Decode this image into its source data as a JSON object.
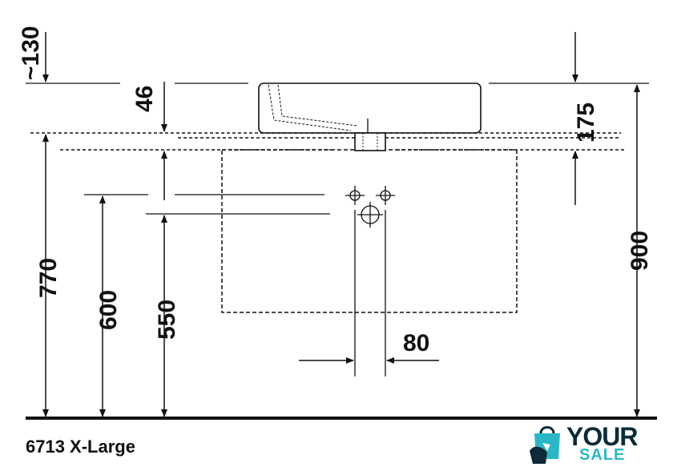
{
  "model_caption": "6713 X-Large",
  "dimensions": {
    "d130": "~130",
    "d46": "46",
    "d175": "175",
    "d770": "770",
    "d600": "600",
    "d550": "550",
    "d900": "900",
    "d80": "80"
  },
  "logo": {
    "top": "YOUR",
    "bottom": "SALE",
    "icon": "shopping-bag-icon",
    "colors": {
      "dark": "#0d2a38",
      "accent": "#2bb7c6"
    }
  }
}
